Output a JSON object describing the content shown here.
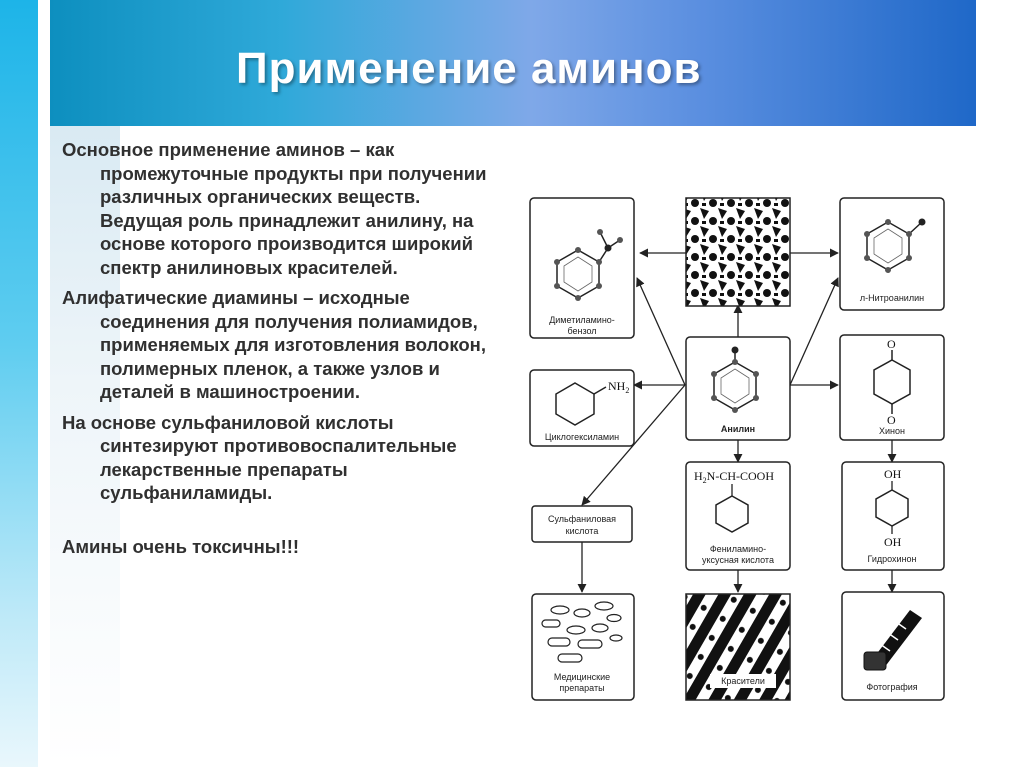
{
  "slide": {
    "title": "Применение аминов",
    "paragraphs": [
      "Основное применение аминов – как промежуточные продукты при получении различных органических веществ. Ведущая роль принадлежит анилину, на основе которого производится широкий спектр анилиновых красителей.",
      "Алифатические диамины – исходные соединения для получения полиамидов, применяемых для изготовления волокон, полимерных пленок, а также узлов и деталей в машиностроении.",
      "На основе сульфаниловой кислоты синтезируют противовоспалительные лекарственные препараты сульфаниламиды.",
      "Амины очень токсичны!!!"
    ]
  },
  "diagram": {
    "boxes": {
      "dimethylaminobenzene": [
        "Диметиламино-",
        "бензол"
      ],
      "nitroaniline": "л-Нитроанилин",
      "aniline": "Анилин",
      "cyclohexylamine": "Циклогексиламин",
      "quinone": "Хинон",
      "sulfanilic_acid": [
        "Сульфаниловая",
        "кислота"
      ],
      "phenylaminoacetic": [
        "Фениламино-",
        "уксусная кислота"
      ],
      "hydroquinone": "Гидрохинон",
      "medicines": [
        "Медицинские",
        "препараты"
      ],
      "dyes": "Красители",
      "photography": "Фотография"
    },
    "formulas": {
      "nh2": "NH",
      "nh2_sub": "2",
      "amino_acid_h": "H",
      "amino_acid_sub": "2",
      "amino_acid_rest": "N-CH-COOH",
      "oxygen": "O",
      "hydroxyl": "OH"
    }
  }
}
